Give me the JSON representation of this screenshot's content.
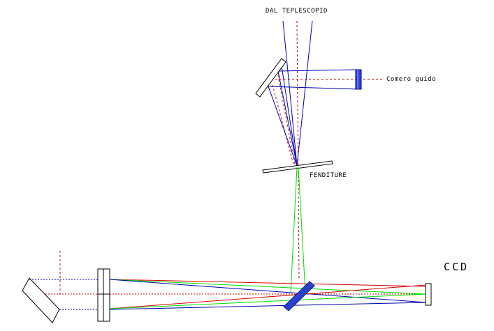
{
  "labels": {
    "telescope": "DAL TEPLESCOPIO",
    "guide_camera": "Comero guido",
    "slit": "FENDITURE",
    "ccd": "CCD"
  },
  "colors": {
    "ray_blue": "#0000b0",
    "ray_green": "#00dd00",
    "ray_red": "#dd0000",
    "axis_red": "#cc0000",
    "dichroic": "#2a40d0"
  }
}
